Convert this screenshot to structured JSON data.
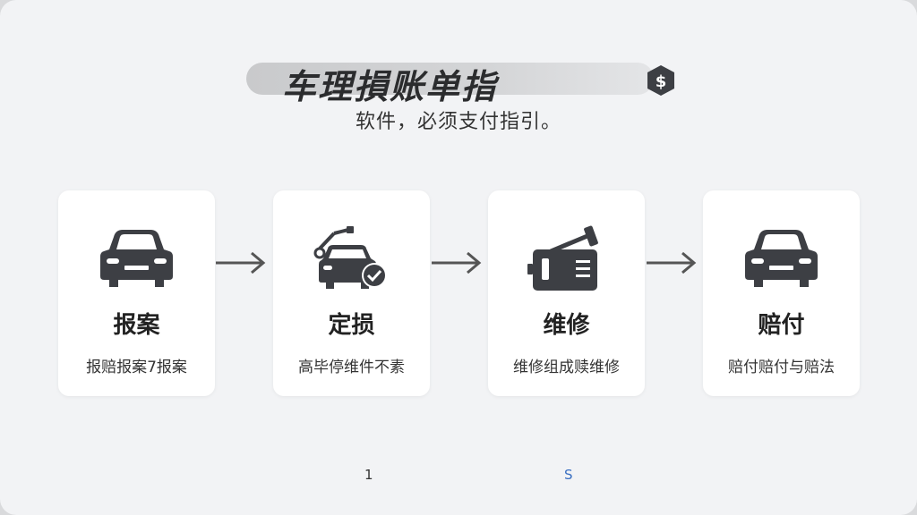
{
  "header": {
    "title": "车理損账单指",
    "subtitle": "软件，必须支付指引。"
  },
  "steps": [
    {
      "label": "报案",
      "desc": "报赔报案7报案"
    },
    {
      "label": "定损",
      "desc": "高毕停维件不素"
    },
    {
      "label": "维修",
      "desc": "维修组成赎维修"
    },
    {
      "label": "赔付",
      "desc": "赔付赔付与赔法"
    }
  ],
  "footer": {
    "left_num": "1",
    "right_num": "S"
  },
  "colors": {
    "background": "#f2f3f5",
    "icon": "#3d3f44",
    "accent": "#3a6fc2"
  }
}
